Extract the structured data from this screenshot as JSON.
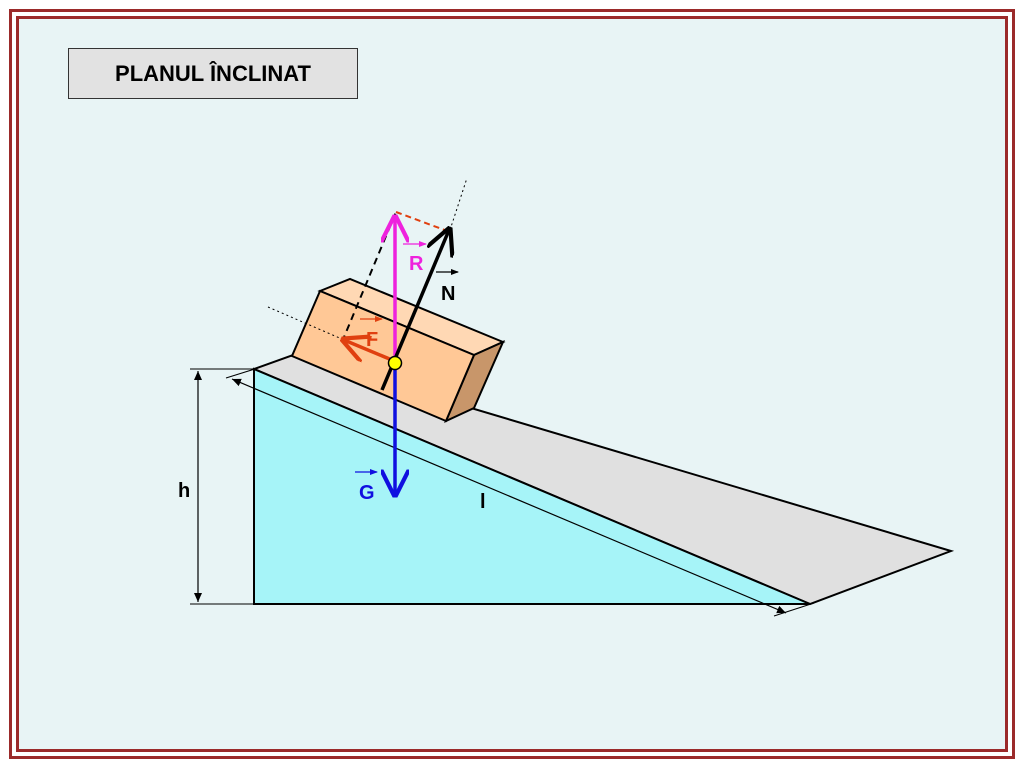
{
  "slide": {
    "title": "PLANUL ÎNCLINAT"
  },
  "diagram": {
    "labels": {
      "height": "h",
      "length": "l",
      "gravity": "G",
      "normal": "N",
      "resultant": "R",
      "friction": "F"
    },
    "colors": {
      "frame": "#9b2a2a",
      "background": "#e8f4f5",
      "wedge_face": "#a6f4f8",
      "plane_top": "#e0e0e0",
      "block_front": "#ffc896",
      "block_top": "#ffd8b4",
      "block_side": "#c8966a",
      "gravity": "#1010e0",
      "normal": "#000000",
      "resultant": "#ee22dd",
      "friction": "#e04010",
      "contact_point": "#ffff00"
    }
  }
}
